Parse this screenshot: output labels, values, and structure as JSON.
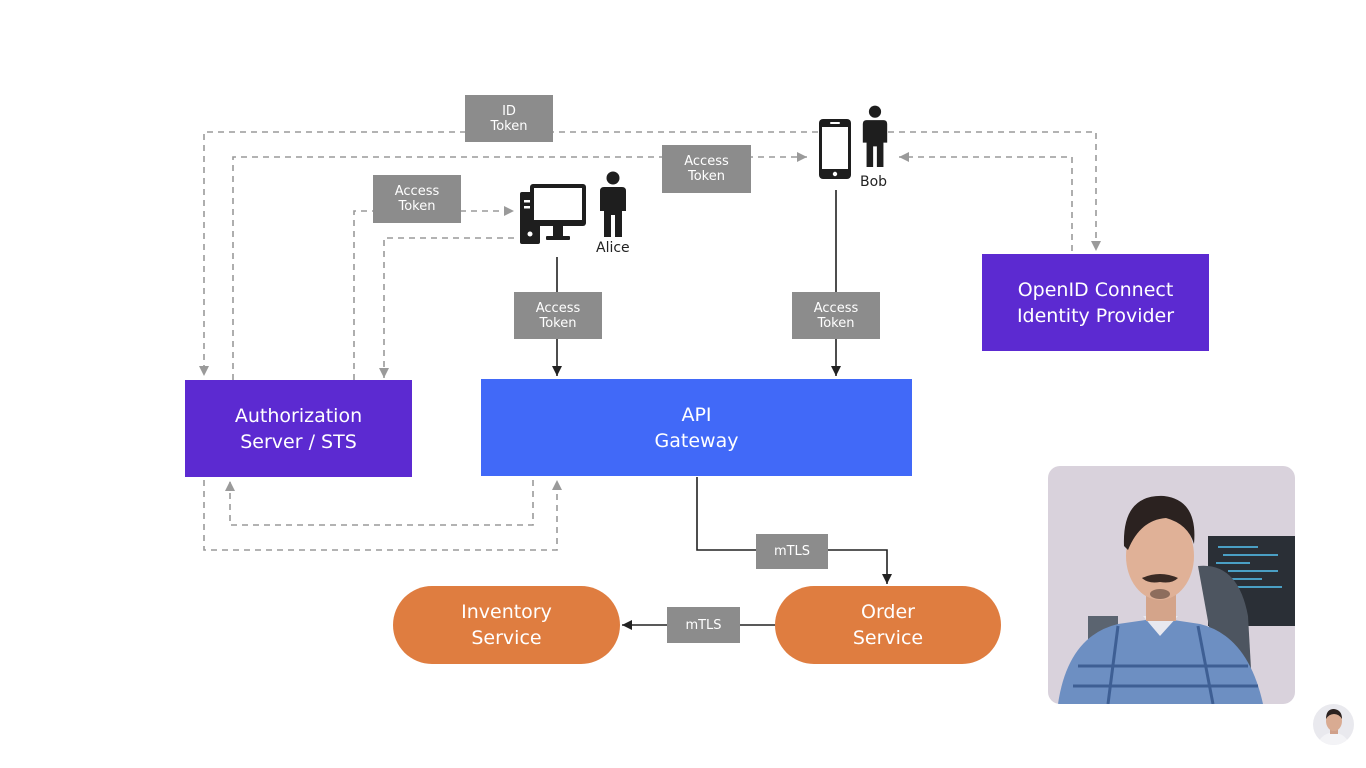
{
  "nodes": {
    "auth_server": "Authorization\nServer / STS",
    "api_gateway": "API\nGateway",
    "oidc_provider": "OpenID Connect\nIdentity Provider",
    "inventory_service": "Inventory\nService",
    "order_service": "Order\nService"
  },
  "people": {
    "alice": "Alice",
    "bob": "Bob"
  },
  "edge_labels": {
    "id_token": "ID\nToken",
    "access_token_bob_top": "Access\nToken",
    "access_token_alice_top": "Access\nToken",
    "access_token_alice_gateway": "Access\nToken",
    "access_token_bob_gateway": "Access\nToken",
    "mtls_gateway_order": "mTLS",
    "mtls_order_inventory": "mTLS"
  },
  "colors": {
    "auth_server": "#5c2ad1",
    "oidc_provider": "#5c2ad1",
    "api_gateway": "#4169f8",
    "services": "#df7d40",
    "token_tags": "#8c8c8c",
    "dashed_lines": "#9a9a9a",
    "solid_lines": "#222222"
  },
  "icons": [
    "desktop-computer-icon",
    "person-icon",
    "smartphone-icon",
    "presenter-video",
    "channel-avatar"
  ]
}
